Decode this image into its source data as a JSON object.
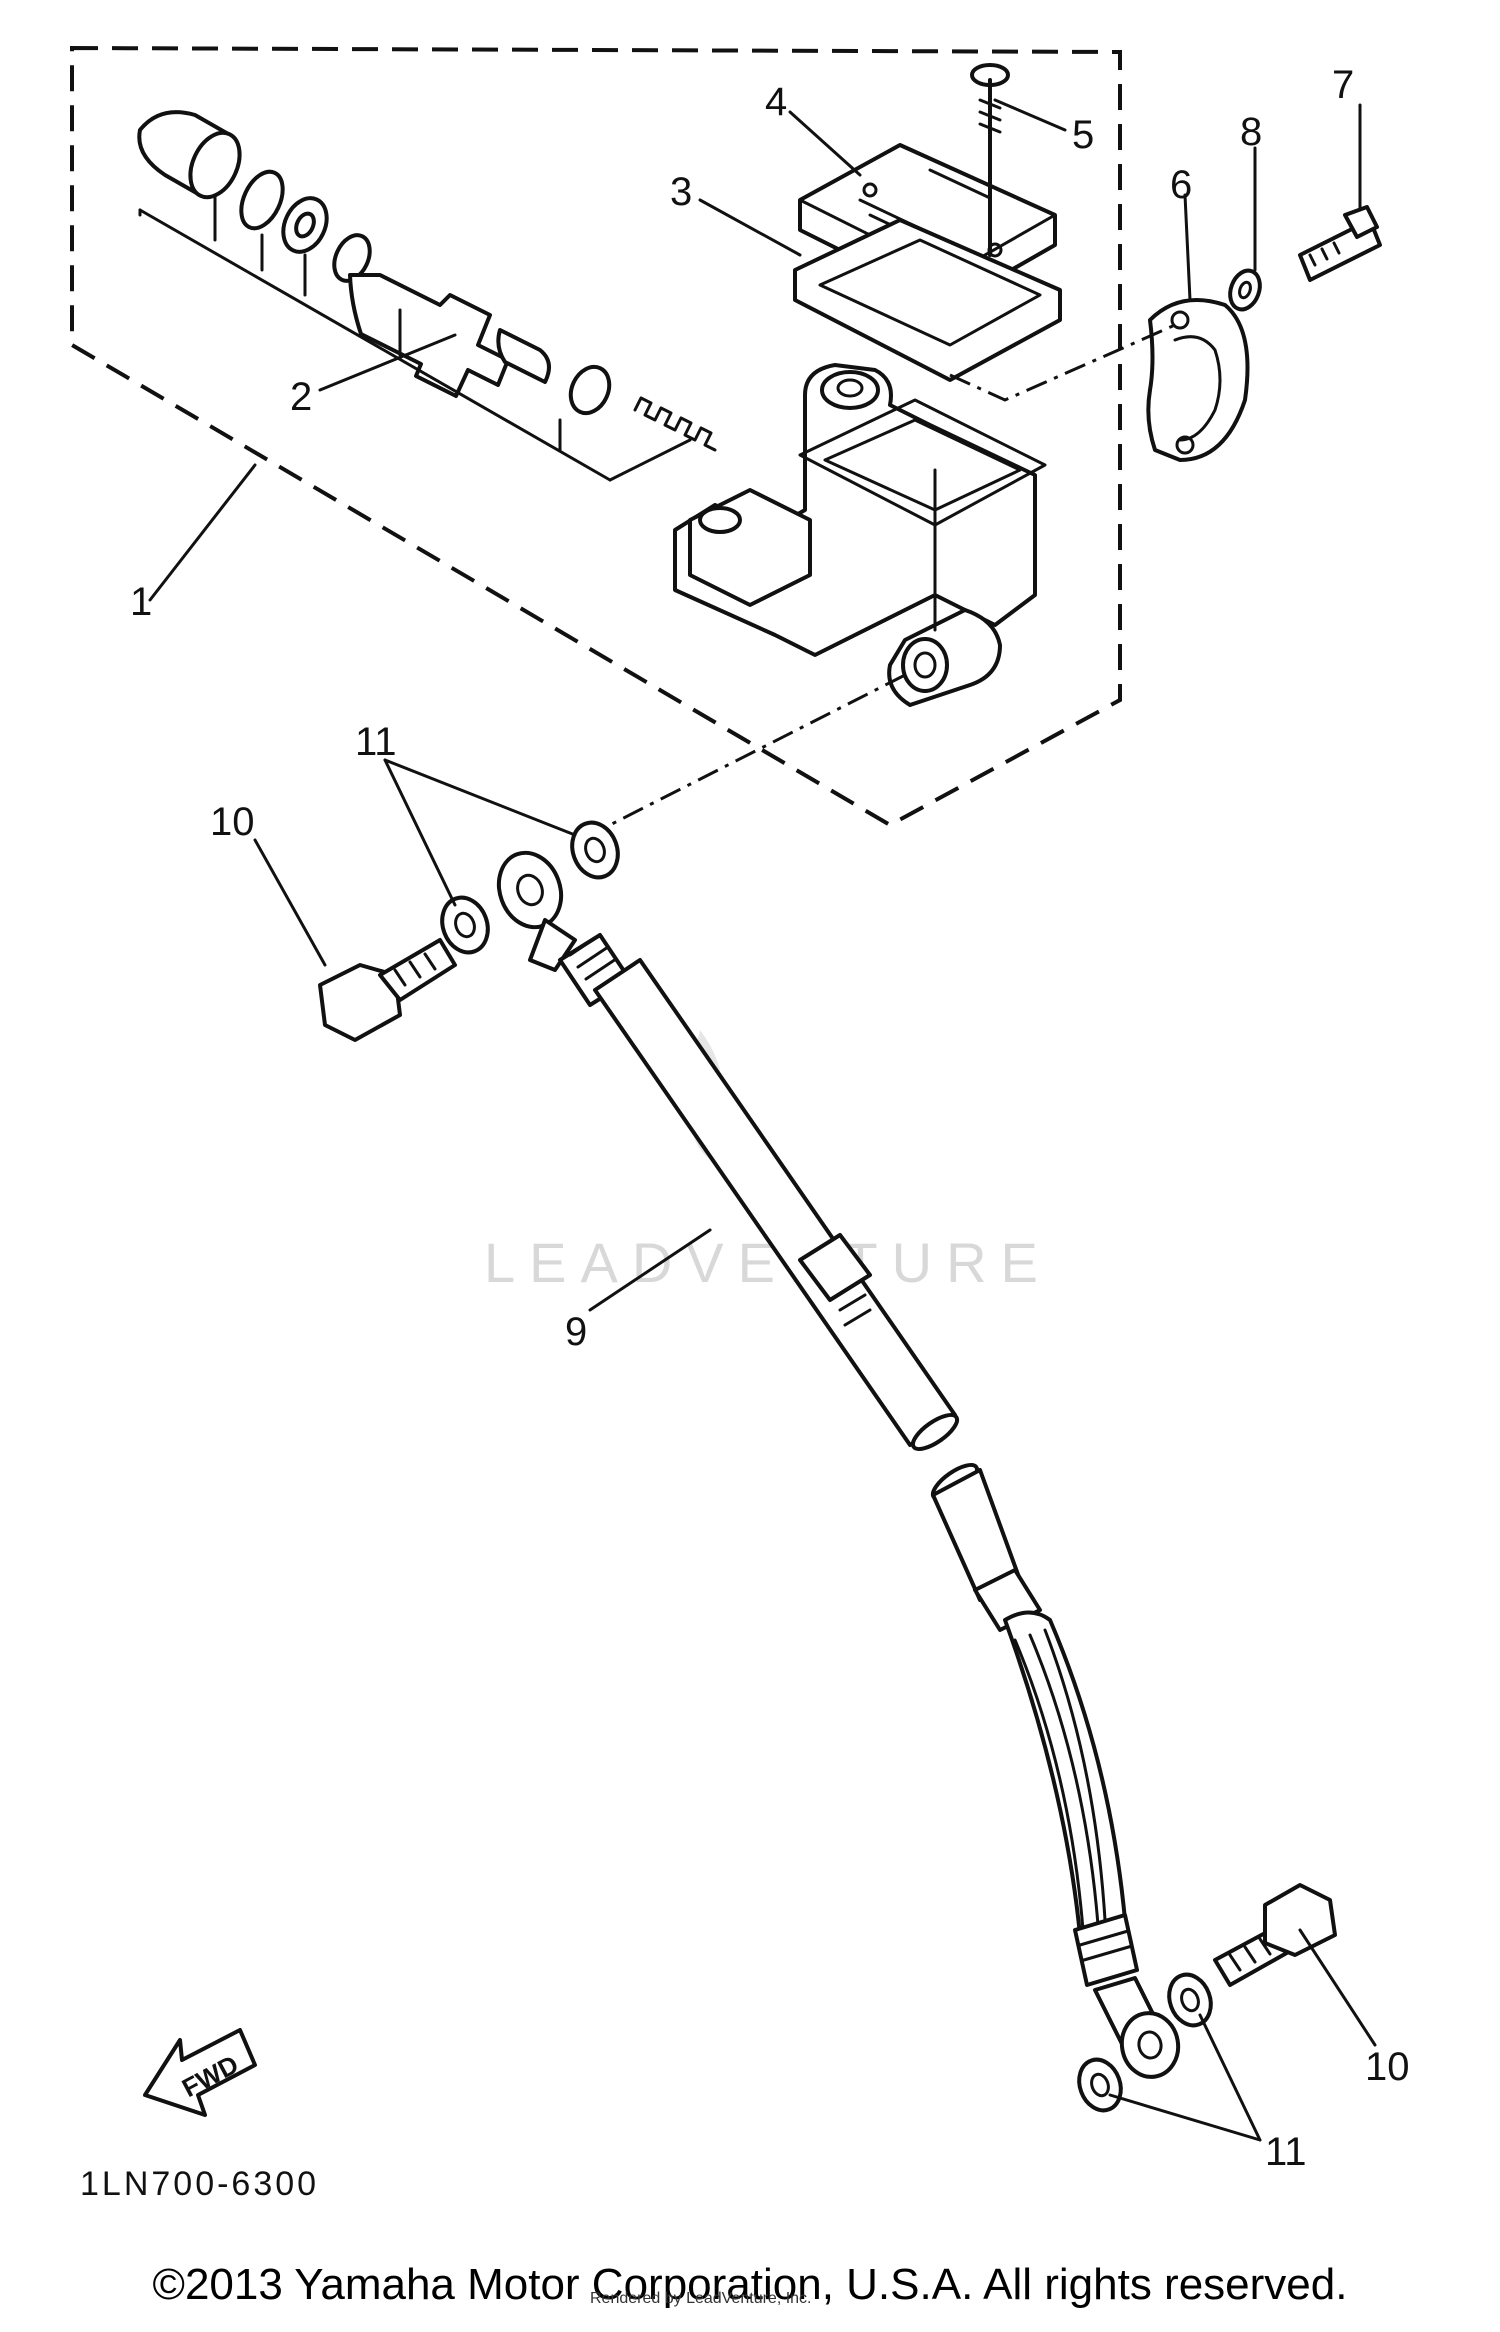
{
  "callouts": {
    "c1": "1",
    "c2": "2",
    "c3": "3",
    "c4": "4",
    "c5": "5",
    "c6": "6",
    "c7": "7",
    "c8": "8",
    "c9": "9",
    "c10a": "10",
    "c10b": "10",
    "c11a": "11",
    "c11b": "11"
  },
  "diagram_code": "1LN700-6300",
  "fwd_label": "FWD",
  "watermark": "LEADVENTURE",
  "copyright": "©2013 Yamaha Motor Corporation, U.S.A. All rights reserved.",
  "render_credit": "Rendered by LeadVenture, Inc."
}
